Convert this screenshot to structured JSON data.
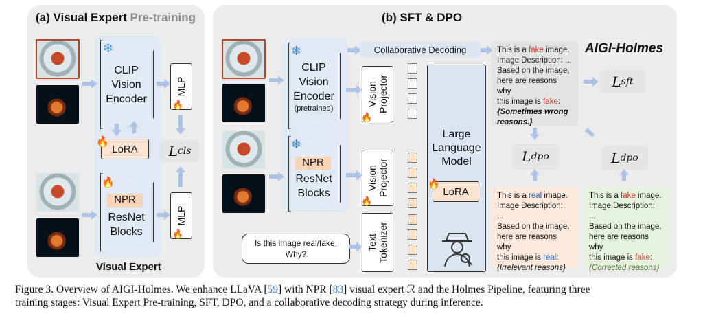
{
  "panel_a": {
    "title_prefix": "(a) Visual Expert ",
    "title_suffix": "Pre-training",
    "encoder_line1": "CLIP",
    "encoder_line2": "Vision",
    "encoder_line3": "Encoder",
    "lora": "LoRA",
    "npr": "NPR",
    "resnet_line1": "ResNet",
    "resnet_line2": "Blocks",
    "mlp_top": "MLP",
    "mlp_bottom": "MLP",
    "loss_main": "L",
    "loss_sub": "cls",
    "footer": "Visual Expert"
  },
  "panel_b": {
    "title": "(b) SFT & DPO",
    "collab": "Collaborative Decoding",
    "brand": "AIGI-Holmes",
    "encoder_line1": "CLIP",
    "encoder_line2": "Vision",
    "encoder_line3": "Encoder",
    "encoder_note": "(pretrained)",
    "npr": "NPR",
    "resnet_line1": "ResNet",
    "resnet_line2": "Blocks",
    "projector_top": "Vision Projector",
    "projector_bottom": "Vision Projector",
    "tokenizer": "Text Tokenizer",
    "llm_line1": "Large",
    "llm_line2": "Language",
    "llm_line3": "Model",
    "llm_lora": "LoRA",
    "question_line1": "Is this image real/fake,",
    "question_line2": "Why?",
    "sft_text": {
      "l1a": "This is a ",
      "l1b": "fake",
      "l1c": " image.",
      "l2": "Image Description: ...",
      "l3": "Based on the image,",
      "l4": "here are reasons why",
      "l5a": "this image is ",
      "l5b": "fake",
      "l5c": ":",
      "l6": "{Sometimes wrong",
      "l7": "reasons.}"
    },
    "real_text": {
      "l1a": "This is a ",
      "l1b": "real",
      "l1c": " image.",
      "l2": "Image Description:",
      "l3": "...",
      "l4": "Based on the image,",
      "l5": "here are reasons why",
      "l6a": "this image is ",
      "l6b": "real",
      "l6c": ":",
      "l7": "{Irrelevant reasons}"
    },
    "fake_text": {
      "l1a": "This is a ",
      "l1b": "fake",
      "l1c": " image.",
      "l2": "Image Description:",
      "l3": "...",
      "l4": "Based on the image,",
      "l5": "here are reasons why",
      "l6a": "this image is ",
      "l6b": "fake",
      "l6c": ":",
      "l7": "{Corrected reasons}"
    },
    "loss_sft_main": "L",
    "loss_sft_sub": "sft",
    "loss_dpo_main": "L",
    "loss_dpo_sub": "dpo"
  },
  "caption": {
    "p1": "Figure 3. Overview of AIGI-Holmes. We enhance LLaVA [",
    "ref1": "59",
    "p2": "] with NPR [",
    "ref2": "83",
    "p3": "] visual expert ℛ and the Holmes Pipeline, featuring three",
    "line2": "training stages: Visual Expert Pre-training, SFT, DPO, and a collaborative decoding strategy during inference."
  },
  "icons": [
    "snowflake-icon",
    "fire-icon",
    "detective-icon"
  ],
  "colors": {
    "panel_bg": "#ececec",
    "inner_bg": "#e2e8f4",
    "arrow": "#aec2e4",
    "fake_red": "#d0342c",
    "real_blue": "#2a66c9",
    "real_box": "#fbe9dc",
    "fake_box": "#e6f1de"
  }
}
